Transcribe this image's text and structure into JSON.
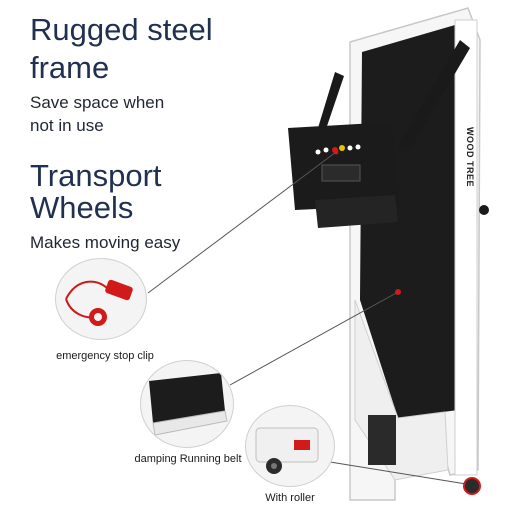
{
  "features": {
    "frame": {
      "title_line1": "Rugged steel",
      "title_line2": "frame",
      "sub_line1": "Save space when",
      "sub_line2": "not in use"
    },
    "wheels": {
      "title_line1": "Transport",
      "title_line2": "Wheels",
      "sub_line1": "Makes moving easy"
    }
  },
  "callouts": {
    "stop_clip": "emergency stop clip",
    "belt": "damping Running belt",
    "roller": "With roller"
  },
  "product": {
    "brand": "WOOD TREE"
  },
  "colors": {
    "heading": "#1f3050",
    "frame": "#f2f2f2",
    "belt": "#1b1b1b",
    "accent_red": "#d11a1a"
  }
}
